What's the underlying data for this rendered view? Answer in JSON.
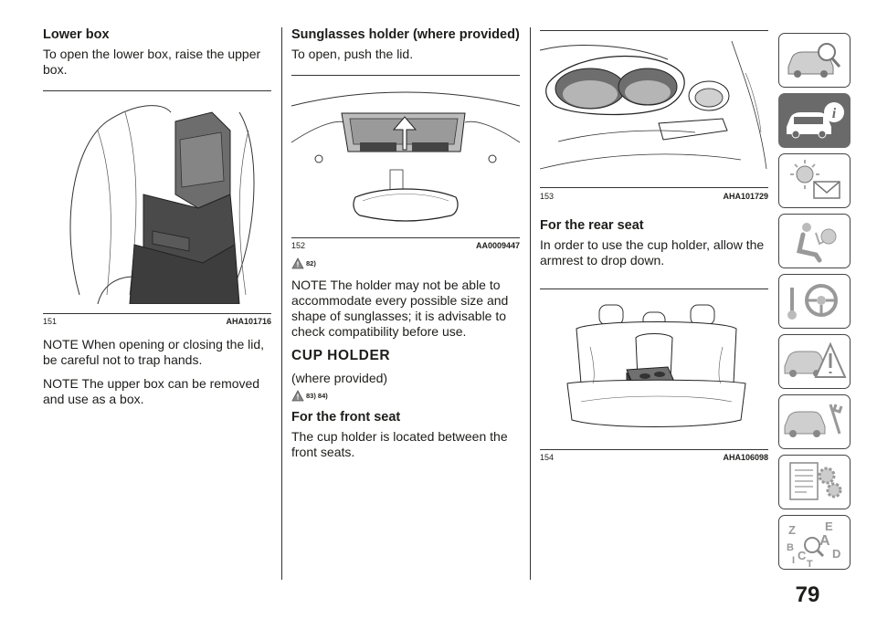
{
  "col1": {
    "heading": "Lower box",
    "intro": "To open the lower box, raise the upper box.",
    "figure": {
      "number": "151",
      "code": "AHA101716"
    },
    "note1": "NOTE When opening or closing the lid, be careful not to trap hands.",
    "note2": "NOTE The upper box can be removed and use as a box."
  },
  "col2": {
    "heading": "Sunglasses holder (where provided)",
    "intro": "To open, push the lid.",
    "figure": {
      "number": "152",
      "code": "AA0009447"
    },
    "warning_ref": "82)",
    "note": "NOTE The holder may not be able to accommodate every possible size and shape of sunglasses; it is advisable to check compatibility before use.",
    "section_title": "CUP HOLDER",
    "section_sub": "(where provided)",
    "warning_ref2": "83) 84)",
    "front_heading": "For the front seat",
    "front_text": "The cup holder is located between the front seats."
  },
  "col3": {
    "figure1": {
      "number": "153",
      "code": "AHA101729"
    },
    "rear_heading": "For the rear seat",
    "rear_text": "In order to use the cup holder, allow the armrest to drop down.",
    "figure2": {
      "number": "154",
      "code": "AHA106098"
    }
  },
  "sidebar": {
    "tabs": [
      {
        "icon": "car-search-icon",
        "active": false
      },
      {
        "icon": "car-info-icon",
        "active": true
      },
      {
        "icon": "warning-light-message-icon",
        "active": false
      },
      {
        "icon": "airbag-seat-icon",
        "active": false
      },
      {
        "icon": "key-steering-wheel-icon",
        "active": false
      },
      {
        "icon": "car-breakdown-warning-icon",
        "active": false
      },
      {
        "icon": "car-maintenance-icon",
        "active": false
      },
      {
        "icon": "technical-data-icon",
        "active": false
      },
      {
        "icon": "alphabetical-index-icon",
        "active": false
      }
    ],
    "index_letters": [
      "Z",
      "E",
      "B",
      "A",
      "C",
      "D",
      "T",
      "I"
    ]
  },
  "page_number": "79",
  "colors": {
    "text": "#1d1d1b",
    "tab_active": "#6a6a6a",
    "rule": "#333333"
  }
}
